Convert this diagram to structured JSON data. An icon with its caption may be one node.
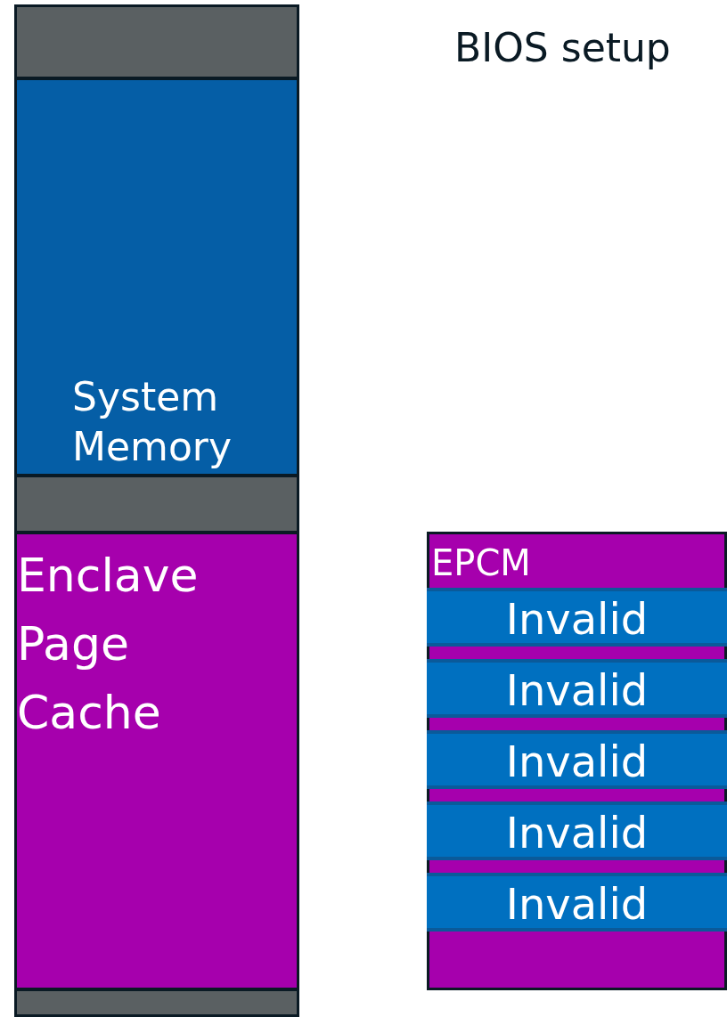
{
  "diagram": {
    "title": "BIOS setup",
    "nodes": [
      {
        "text": [],
        "shape": "bar"
      },
      {
        "text": [
          "System Memory"
        ]
      },
      {
        "text": [],
        "shape": "bar"
      },
      {
        "text": [
          "Enclave Page Cache"
        ]
      },
      {
        "text": [],
        "shape": "bar"
      },
      {
        "text": [
          "EPCM"
        ]
      },
      {
        "text": [
          "Invalid"
        ],
        "in": 5
      },
      {
        "text": [
          "Invalid"
        ],
        "in": 5
      },
      {
        "text": [
          "Invalid"
        ],
        "in": 5
      },
      {
        "text": [
          "Invalid"
        ],
        "in": 5
      },
      {
        "text": [
          "Invalid"
        ],
        "in": 5
      }
    ],
    "edges": []
  }
}
